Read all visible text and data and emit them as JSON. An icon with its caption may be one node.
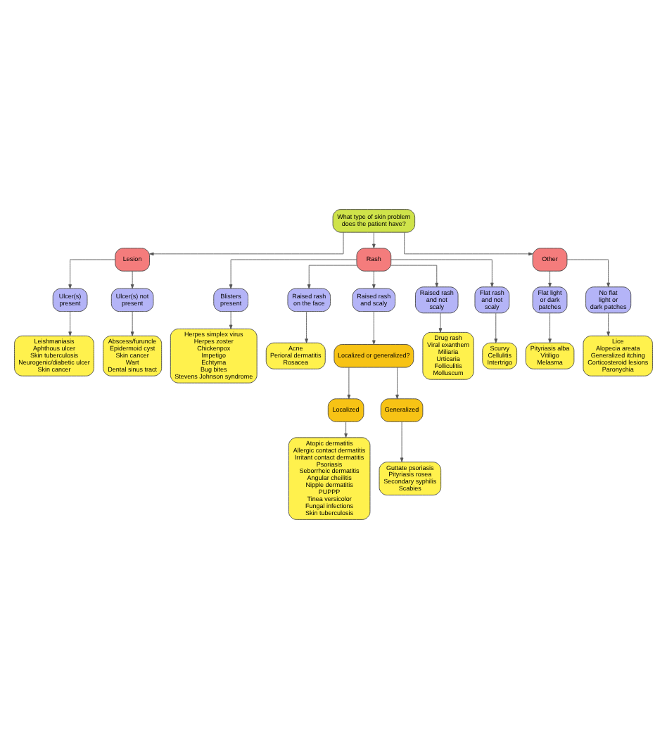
{
  "diagram": {
    "nodes": [
      {
        "text": [
          "What type of skin problem does the patient have?"
        ]
      },
      {
        "text": [
          "Lesion"
        ]
      },
      {
        "text": [
          "Rash"
        ]
      },
      {
        "text": [
          "Other"
        ]
      },
      {
        "text": [
          "Ulcer(s) present"
        ]
      },
      {
        "text": [
          "Ulcer(s) not present"
        ]
      },
      {
        "text": [
          "Blisters present"
        ]
      },
      {
        "text": [
          "Raised rash on the face"
        ]
      },
      {
        "text": [
          "Raised rash and scaly"
        ]
      },
      {
        "text": [
          "Raised rash and not scaly"
        ]
      },
      {
        "text": [
          "Flat rash and not scaly"
        ]
      },
      {
        "text": [
          "Herpes simplex virus",
          "Herpes zoster",
          "Chickenpox",
          "Impetigo",
          "Echtyma",
          "Bug bites",
          "Stevens Johnson syndrome"
        ]
      },
      {
        "text": [
          "Acne",
          "Perioral dermatitis",
          "Rosacea"
        ]
      },
      {
        "text": [
          "Drug rash",
          "Viral exanthem",
          "Miliaria",
          "Urticaria",
          "Folliculitis",
          "Molluscum"
        ]
      },
      {
        "text": [
          "Scurvy",
          "Cellulitis",
          "Intertrigo"
        ]
      },
      {
        "text": [
          "Localized or generalized?"
        ]
      },
      {
        "text": [
          "Abscess/furuncle",
          "Epidermoid cyst",
          "Skin cancer",
          "Wart",
          "Dental sinus tract"
        ]
      },
      {
        "text": [
          "Flat light or dark patches"
        ]
      },
      {
        "text": [
          "No flat light or dark patches"
        ]
      },
      {
        "text": [
          "Localized"
        ]
      },
      {
        "text": [
          "Generalized"
        ]
      },
      {
        "text": [
          "Pityriasis alba",
          "Vitiligo",
          "Melasma"
        ]
      },
      {
        "text": [
          "Leishmaniasis",
          "Aphthous ulcer",
          "Skin tuberculosis",
          "Neurogenic/diabetic ulcer",
          "Skin cancer"
        ]
      },
      {
        "text": [
          "Atopic dermatitis",
          "Allergic contact dermatitis",
          "Irritant contact dermatitis",
          "Psoriasis",
          "Seborrheic dermatitis",
          "Angular cheilitis",
          "Nipple dermatitis",
          "PUPPP",
          "Tinea versicolor",
          "Fungal infections",
          "Skin tuberculosis"
        ]
      },
      {
        "text": [
          "Guttate psoriasis",
          "Pityriasis rosea",
          "Secondary syphilis",
          "Scabies"
        ]
      },
      {
        "text": [
          "Lice",
          "Alopecia areata",
          "Generalized itching",
          "Corticosteroid lesions",
          "Paronychia"
        ]
      }
    ],
    "edges": [
      {
        "from": 0,
        "to": 1,
        "arrow": "to"
      },
      {
        "from": 0,
        "to": 2,
        "arrow": "to"
      },
      {
        "from": 0,
        "to": 3,
        "arrow": "to"
      },
      {
        "from": 1,
        "to": 4,
        "arrow": "to"
      },
      {
        "from": 1,
        "to": 5,
        "arrow": "to"
      },
      {
        "from": 2,
        "to": 6,
        "arrow": "to"
      },
      {
        "from": 2,
        "to": 7,
        "arrow": "to"
      },
      {
        "from": 2,
        "to": 8,
        "arrow": "to"
      },
      {
        "from": 2,
        "to": 9,
        "arrow": "to"
      },
      {
        "from": 2,
        "to": 10,
        "arrow": "to"
      },
      {
        "from": 4,
        "to": 22,
        "arrow": "to"
      },
      {
        "from": 5,
        "to": 16,
        "arrow": "to"
      },
      {
        "from": 6,
        "to": 11,
        "arrow": "to"
      },
      {
        "from": 7,
        "to": 12,
        "arrow": "to"
      },
      {
        "from": 8,
        "to": 15,
        "arrow": "to"
      },
      {
        "from": 9,
        "to": 13,
        "arrow": "to"
      },
      {
        "from": 10,
        "to": 14,
        "arrow": "to"
      },
      {
        "from": 3,
        "to": 17,
        "arrow": "to"
      },
      {
        "from": 3,
        "to": 18,
        "arrow": "to"
      },
      {
        "from": 15,
        "to": 19,
        "arrow": "to"
      },
      {
        "from": 15,
        "to": 20,
        "arrow": "to"
      },
      {
        "from": 19,
        "to": 23,
        "arrow": "to"
      },
      {
        "from": 20,
        "to": 24,
        "arrow": "to"
      },
      {
        "from": 17,
        "to": 21,
        "arrow": "to"
      },
      {
        "from": 18,
        "to": 25,
        "arrow": "to"
      }
    ]
  }
}
